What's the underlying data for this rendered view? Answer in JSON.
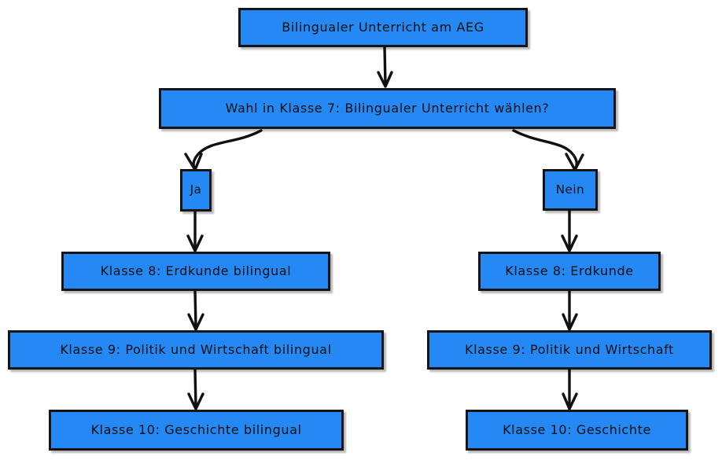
{
  "diagram": {
    "title": "Bilingualer Unterricht am AEG",
    "type": "flowchart",
    "orientation": "top-down",
    "colors": {
      "node_fill": "#2489f5",
      "node_border": "#141414",
      "edge": "#101010",
      "text": "#101010",
      "background": "#ffffff"
    },
    "nodes": [
      {
        "id": "root",
        "label": "Bilingualer Unterricht am AEG"
      },
      {
        "id": "decision",
        "label": "Wahl in Klasse 7: Bilingualer Unterricht wählen?"
      },
      {
        "id": "yes",
        "label": "Ja"
      },
      {
        "id": "no",
        "label": "Nein"
      },
      {
        "id": "l8",
        "label": "Klasse 8: Erdkunde bilingual"
      },
      {
        "id": "r8",
        "label": "Klasse 8: Erdkunde"
      },
      {
        "id": "l9",
        "label": "Klasse 9: Politik und Wirtschaft bilingual"
      },
      {
        "id": "r9",
        "label": "Klasse 9: Politik und Wirtschaft"
      },
      {
        "id": "l10",
        "label": "Klasse 10: Geschichte bilingual"
      },
      {
        "id": "r10",
        "label": "Klasse 10: Geschichte"
      }
    ],
    "edges": [
      {
        "from": "root",
        "to": "decision",
        "label": ""
      },
      {
        "from": "decision",
        "to": "yes",
        "label": ""
      },
      {
        "from": "decision",
        "to": "no",
        "label": ""
      },
      {
        "from": "yes",
        "to": "l8",
        "label": ""
      },
      {
        "from": "no",
        "to": "r8",
        "label": ""
      },
      {
        "from": "l8",
        "to": "l9",
        "label": ""
      },
      {
        "from": "r8",
        "to": "r9",
        "label": ""
      },
      {
        "from": "l9",
        "to": "l10",
        "label": ""
      },
      {
        "from": "r9",
        "to": "r10",
        "label": ""
      }
    ]
  }
}
